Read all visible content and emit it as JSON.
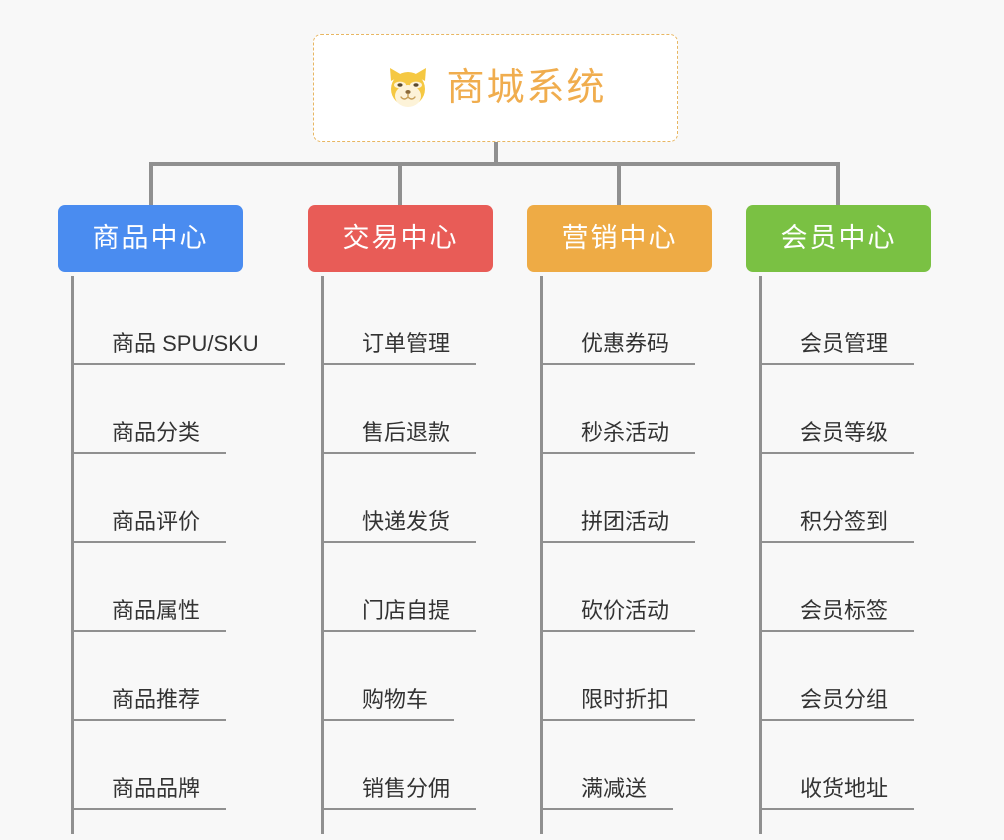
{
  "diagram": {
    "background_color": "#f8f8f8",
    "line_color": "#909090",
    "root": {
      "title": "商城系统",
      "icon": "shiba-dog-icon",
      "title_color": "#f0ad4e",
      "border_color": "#e8b661",
      "background_color": "#ffffff"
    },
    "categories": [
      {
        "label": "商品中心",
        "color": "#4a8cf0",
        "items": [
          "商品 SPU/SKU",
          "商品分类",
          "商品评价",
          "商品属性",
          "商品推荐",
          "商品品牌"
        ]
      },
      {
        "label": "交易中心",
        "color": "#e85c57",
        "items": [
          "订单管理",
          "售后退款",
          "快递发货",
          "门店自提",
          "购物车",
          "销售分佣"
        ]
      },
      {
        "label": "营销中心",
        "color": "#eeab45",
        "items": [
          "优惠券码",
          "秒杀活动",
          "拼团活动",
          "砍价活动",
          "限时折扣",
          "满减送"
        ]
      },
      {
        "label": "会员中心",
        "color": "#7ac143",
        "items": [
          "会员管理",
          "会员等级",
          "积分签到",
          "会员标签",
          "会员分组",
          "收货地址"
        ]
      }
    ]
  }
}
